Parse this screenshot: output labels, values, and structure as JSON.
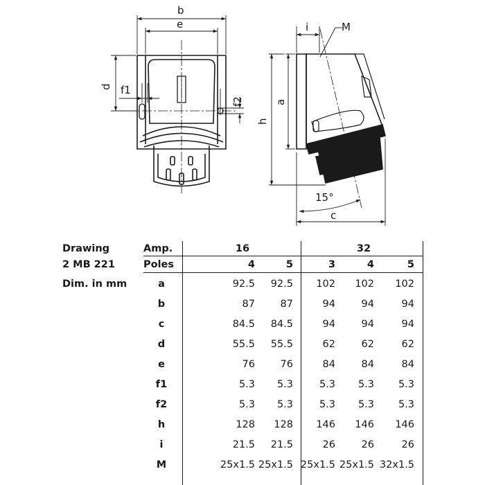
{
  "drawing": {
    "dims": {
      "b": "b",
      "e": "e",
      "d": "d",
      "f1": "f1",
      "f2": "f2",
      "a": "a",
      "h": "h",
      "i": "i",
      "M": "M",
      "c": "c",
      "angle": "15°"
    }
  },
  "table": {
    "head": {
      "drawing_label": "Drawing",
      "drawing_number": "2 MB 221",
      "amp_label": "Amp.",
      "poles_label": "Poles",
      "dim_label": "Dim. in mm",
      "amp_16": "16",
      "amp_32": "32"
    },
    "poles": [
      "4",
      "5",
      "3",
      "4",
      "5"
    ],
    "rows": [
      {
        "dim": "a",
        "values": [
          "92.5",
          "92.5",
          "102",
          "102",
          "102"
        ]
      },
      {
        "dim": "b",
        "values": [
          "87",
          "87",
          "94",
          "94",
          "94"
        ]
      },
      {
        "dim": "c",
        "values": [
          "84.5",
          "84.5",
          "94",
          "94",
          "94"
        ]
      },
      {
        "dim": "d",
        "values": [
          "55.5",
          "55.5",
          "62",
          "62",
          "62"
        ]
      },
      {
        "dim": "e",
        "values": [
          "76",
          "76",
          "84",
          "84",
          "84"
        ]
      },
      {
        "dim": "f1",
        "values": [
          "5.3",
          "5.3",
          "5.3",
          "5.3",
          "5.3"
        ]
      },
      {
        "dim": "f2",
        "values": [
          "5.3",
          "5.3",
          "5.3",
          "5.3",
          "5.3"
        ]
      },
      {
        "dim": "h",
        "values": [
          "128",
          "128",
          "146",
          "146",
          "146"
        ]
      },
      {
        "dim": "i",
        "values": [
          "21.5",
          "21.5",
          "26",
          "26",
          "26"
        ]
      },
      {
        "dim": "M",
        "values": [
          "25x1.5",
          "25x1.5",
          "25x1.5",
          "25x1.5",
          "32x1.5"
        ]
      }
    ]
  }
}
